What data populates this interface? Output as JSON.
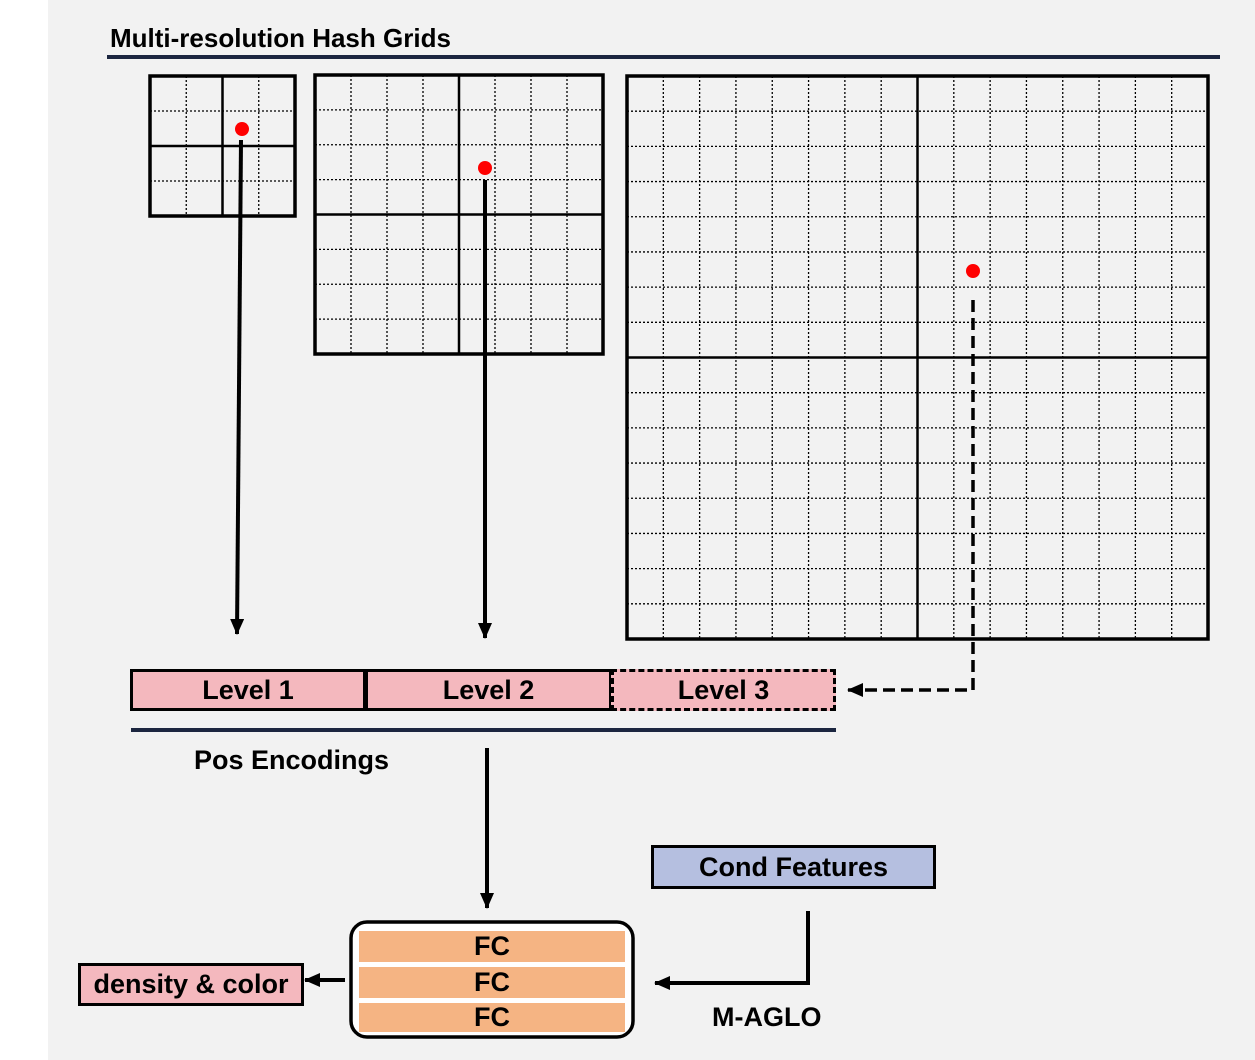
{
  "title": "Multi-resolution Hash Grids",
  "levels": [
    "Level 1",
    "Level 2",
    "Level 3"
  ],
  "pos_encodings_label": "Pos Encodings",
  "cond_features_label": "Cond Features",
  "m_aglo_label": "M-AGLO",
  "mlp_layers": [
    "FC",
    "FC",
    "FC"
  ],
  "output_label": "density & color",
  "colors": {
    "level_fill": "#f4b8be",
    "cond_fill": "#b5bfe0",
    "fc_fill": "#f5b483",
    "output_fill": "#f4b8be",
    "sample_point": "#ff0000",
    "rule": "#1c2640"
  }
}
